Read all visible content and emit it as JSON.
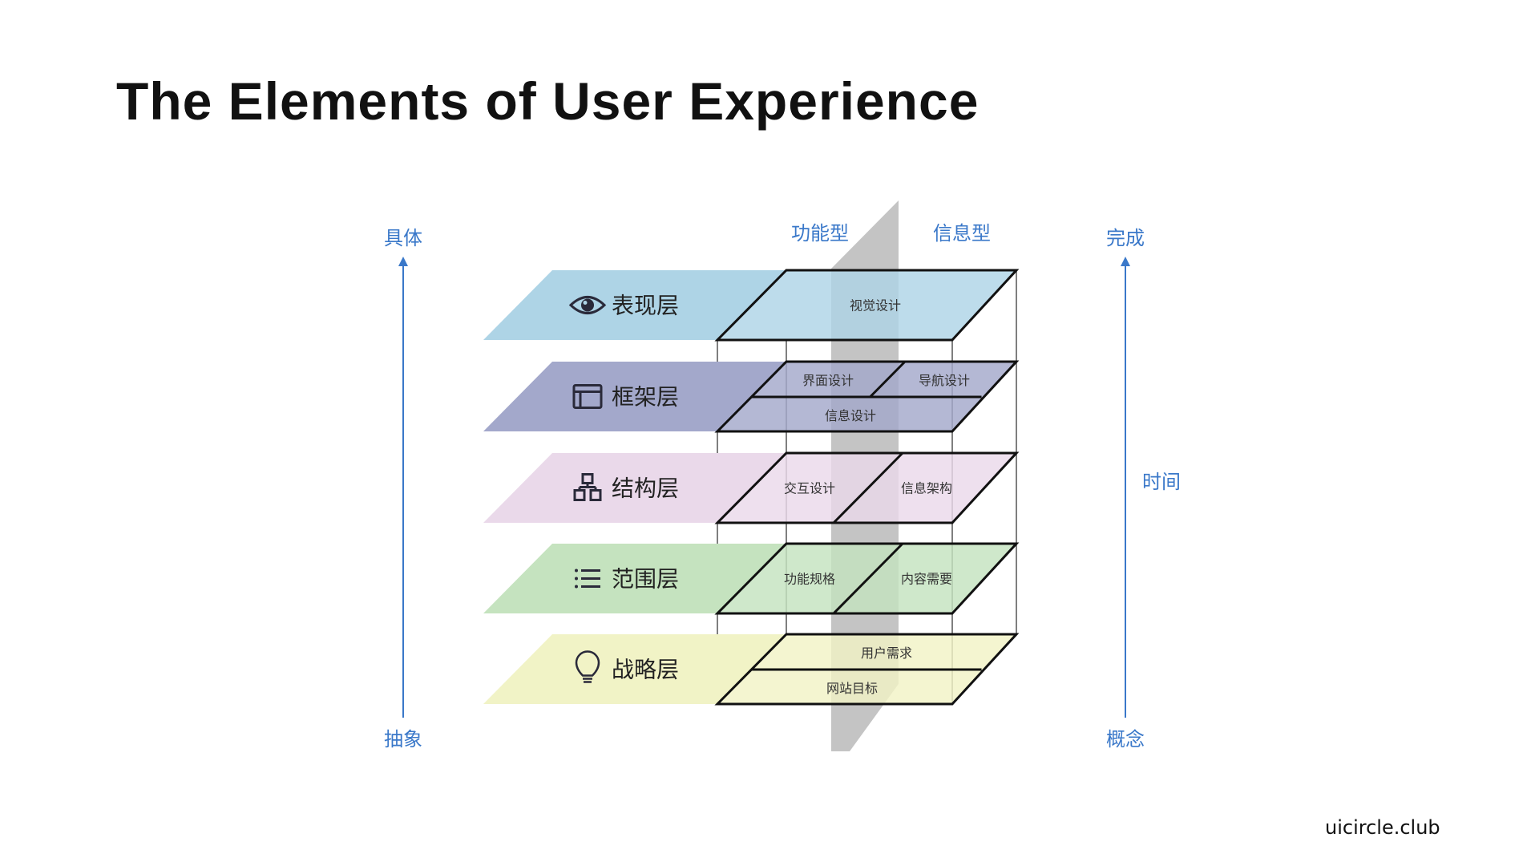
{
  "title": "The Elements of User Experience",
  "footer": "uicircle.club",
  "colors": {
    "axis_blue": "#3a78c9",
    "gray_plane": "#c4c4c4",
    "outline": "#111111"
  },
  "column_headers": {
    "left": "功能型",
    "right": "信息型"
  },
  "left_axis": {
    "top": "具体",
    "bottom": "抽象"
  },
  "right_axis": {
    "top": "完成",
    "middle": "时间",
    "bottom": "概念"
  },
  "layers": [
    {
      "name": "表现层",
      "icon": "eye-icon",
      "color": "#aed4e6",
      "cells": [
        "视觉设计"
      ]
    },
    {
      "name": "框架层",
      "icon": "window-icon",
      "color": "#a3a8cb",
      "cells": [
        "界面设计",
        "导航设计",
        "信息设计"
      ]
    },
    {
      "name": "结构层",
      "icon": "sitemap-icon",
      "color": "#ead9ea",
      "cells": [
        "交互设计",
        "信息架构"
      ]
    },
    {
      "name": "范围层",
      "icon": "list-icon",
      "color": "#c5e3bf",
      "cells": [
        "功能规格",
        "内容需要"
      ]
    },
    {
      "name": "战略层",
      "icon": "lightbulb-icon",
      "color": "#f1f3c6",
      "cells": [
        "用户需求",
        "网站目标"
      ]
    }
  ]
}
